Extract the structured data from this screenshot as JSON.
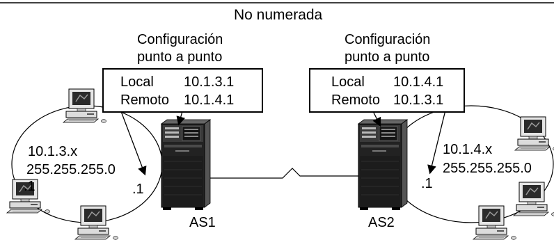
{
  "title": "No numerada",
  "left": {
    "config_title_1": "Configuración",
    "config_title_2": "punto a punto",
    "local_label": "Local",
    "local_ip": "10.1.3.1",
    "remote_label": "Remoto",
    "remote_ip": "10.1.4.1",
    "network": "10.1.3.x",
    "mask": "255.255.255.0",
    "host_addr_a": ".1",
    "host_addr_b": ".1",
    "server_name": "AS1"
  },
  "right": {
    "config_title_1": "Configuración",
    "config_title_2": "punto a punto",
    "local_label": "Local",
    "local_ip": "10.1.4.1",
    "remote_label": "Remoto",
    "remote_ip": "10.1.3.1",
    "network": "10.1.4.x",
    "mask": "255.255.255.0",
    "host_addr": ".1",
    "server_name": "AS2"
  }
}
